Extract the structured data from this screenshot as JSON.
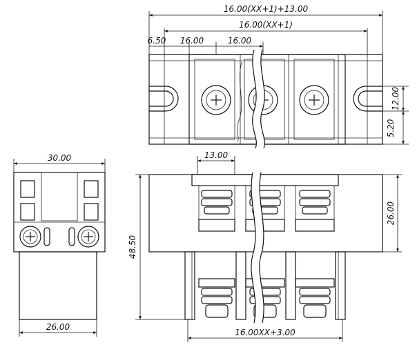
{
  "colors": {
    "line": "#111111",
    "background": "#ffffff"
  },
  "dimensions": {
    "top_total": "16.00(XX+1)+13.00",
    "top_span": "16.00(XX+1)",
    "top_edge": "6.50",
    "top_pitch_1": "16.00",
    "top_pitch_2": "16.00",
    "slot_width": "12.00",
    "slot_offset": "5.20",
    "side_width": "30.00",
    "side_base": "26.00",
    "front_height": "48.50",
    "front_pitch": "13.00",
    "front_upper": "26.00",
    "front_bottom": "16.00XX+3.00"
  }
}
